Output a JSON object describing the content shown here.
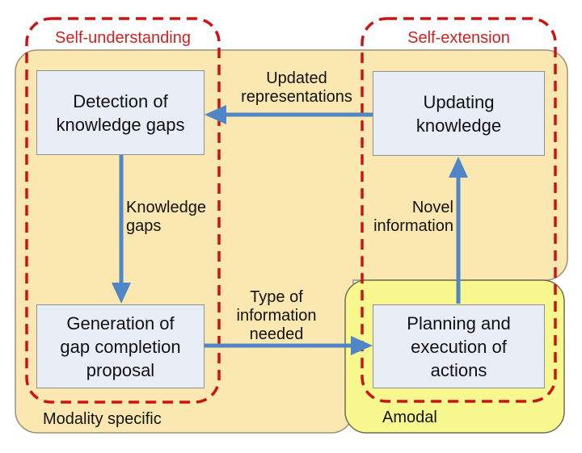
{
  "regions": {
    "self_understanding": {
      "label": "Self-understanding"
    },
    "self_extension": {
      "label": "Self-extension"
    },
    "modality_specific": {
      "label": "Modality specific"
    },
    "amodal": {
      "label": "Amodal"
    }
  },
  "nodes": {
    "detection": {
      "label": "Detection of\nknowledge gaps"
    },
    "updating": {
      "label": "Updating\nknowledge"
    },
    "generation": {
      "label": "Generation of\ngap completion\nproposal"
    },
    "planning": {
      "label": "Planning and\nexecution of\nactions"
    }
  },
  "edges": {
    "updated_representations": {
      "label": "Updated\nrepresentations",
      "from": "updating",
      "to": "detection"
    },
    "knowledge_gaps": {
      "label": "Knowledge\ngaps",
      "from": "detection",
      "to": "generation"
    },
    "type_of_information": {
      "label": "Type of\ninformation\nneeded",
      "from": "generation",
      "to": "planning"
    },
    "novel_information": {
      "label": "Novel\ninformation",
      "from": "planning",
      "to": "updating"
    }
  },
  "colors": {
    "modality_bg": "#fbe7b0",
    "amodal_bg": "#f9f88f",
    "node_bg": "#e9edf6",
    "node_border": "#8d9099",
    "region_dash": "#cc1212",
    "region_label_text": "#cc2222",
    "arrow": "#4e86c8",
    "text": "#111111"
  }
}
